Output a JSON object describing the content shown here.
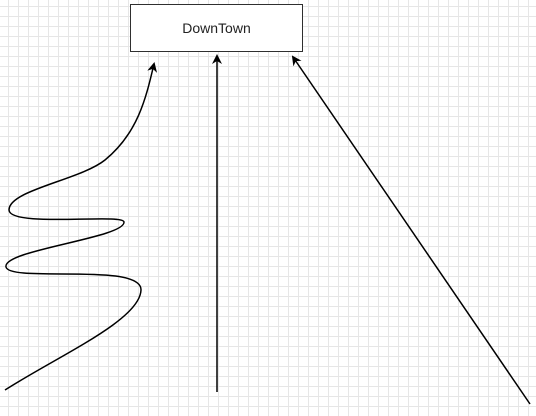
{
  "diagram": {
    "nodes": [
      {
        "id": "downtown",
        "label": "DownTown"
      }
    ],
    "edges": [
      {
        "id": "wavy-connector",
        "style": "curved",
        "to": "downtown"
      },
      {
        "id": "straight-vertical-connector",
        "style": "straight",
        "to": "downtown"
      },
      {
        "id": "diagonal-connector",
        "style": "straight",
        "to": "downtown"
      }
    ],
    "colors": {
      "stroke": "#000000",
      "box_border": "#2f2f2f",
      "grid": "#e6e6e6",
      "background": "#ffffff"
    }
  }
}
